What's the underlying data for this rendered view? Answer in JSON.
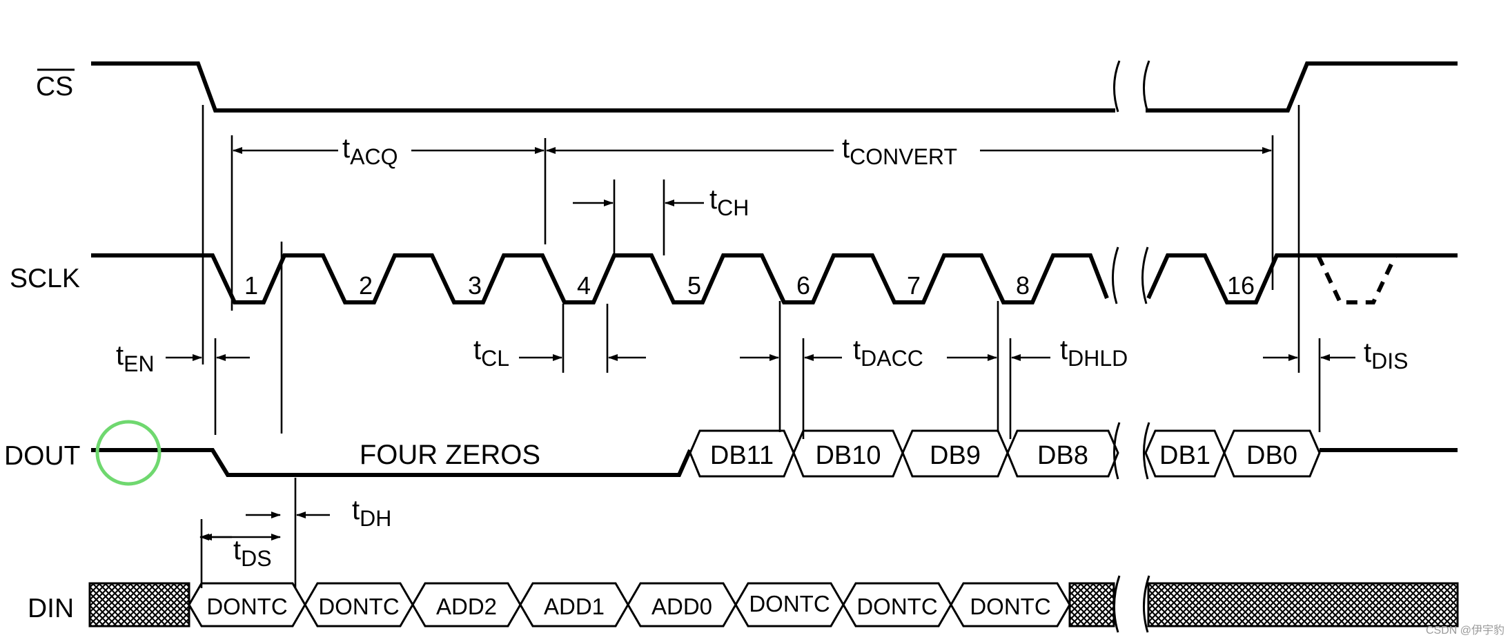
{
  "signals": {
    "cs": {
      "label": "CS"
    },
    "sclk": {
      "label": "SCLK"
    },
    "dout": {
      "label": "DOUT"
    },
    "din": {
      "label": "DIN"
    }
  },
  "sclk_pulses": [
    "1",
    "2",
    "3",
    "4",
    "5",
    "6",
    "7",
    "8",
    "16"
  ],
  "dout_bits": [
    "DB11",
    "DB10",
    "DB9",
    "DB8",
    "DB1",
    "DB0"
  ],
  "dout_text": "FOUR ZEROS",
  "din_bits": [
    "DONTC",
    "DONTC",
    "ADD2",
    "ADD1",
    "ADD0",
    "DONTC",
    "DONTC",
    "DONTC"
  ],
  "timings": {
    "acq": {
      "t": "t",
      "sub": "ACQ"
    },
    "convert": {
      "t": "t",
      "sub": "CONVERT"
    },
    "ch": {
      "t": "t",
      "sub": "CH"
    },
    "en": {
      "t": "t",
      "sub": "EN"
    },
    "cl": {
      "t": "t",
      "sub": "CL"
    },
    "dacc": {
      "t": "t",
      "sub": "DACC"
    },
    "dhld": {
      "t": "t",
      "sub": "DHLD"
    },
    "dis": {
      "t": "t",
      "sub": "DIS"
    },
    "dh": {
      "t": "t",
      "sub": "DH"
    },
    "ds": {
      "t": "t",
      "sub": "DS"
    }
  },
  "watermark": "CSDN @伊宇豹",
  "colors": {
    "line": "#000000",
    "marker": "#6fd86f",
    "hatch": "#000000"
  }
}
